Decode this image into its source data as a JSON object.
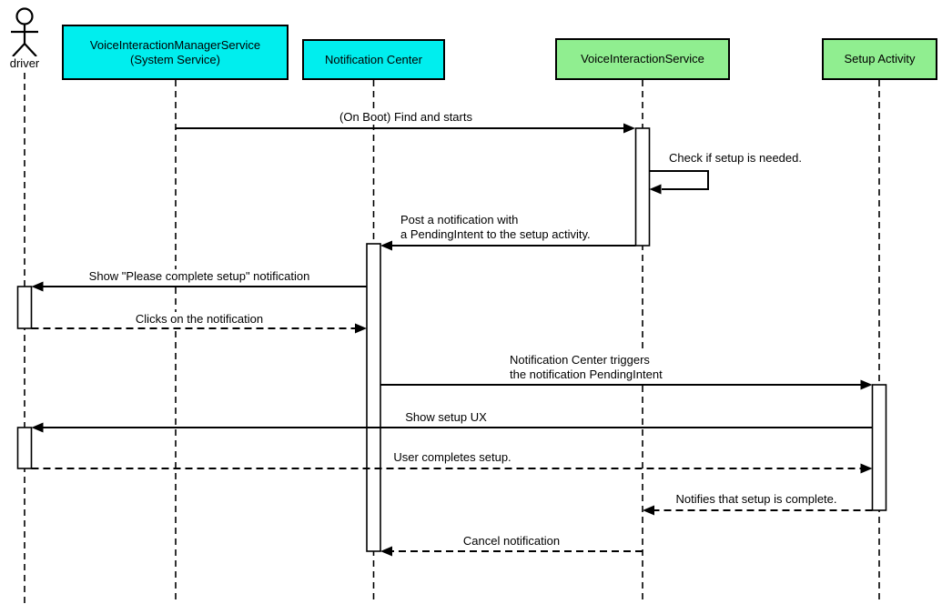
{
  "colors": {
    "participant_cyan": "#00EEEE",
    "participant_green": "#90EE90",
    "line_black": "#000000",
    "background": "#FFFFFF"
  },
  "participants": [
    {
      "id": "driver",
      "kind": "actor",
      "label": "driver"
    },
    {
      "id": "voice-interaction-manager-service",
      "kind": "box",
      "fill": "#00EEEE",
      "line1": "VoiceInteractionManagerService",
      "line2": "(System Service)"
    },
    {
      "id": "notification-center",
      "kind": "box",
      "fill": "#00EEEE",
      "label": "Notification Center"
    },
    {
      "id": "voice-interaction-service",
      "kind": "box",
      "fill": "#90EE90",
      "label": "VoiceInteractionService"
    },
    {
      "id": "setup-activity",
      "kind": "box",
      "fill": "#90EE90",
      "label": "Setup Activity"
    }
  ],
  "messages": [
    {
      "from": "voice-interaction-manager-service",
      "to": "voice-interaction-service",
      "style": "solid",
      "label": "(On Boot) Find and starts"
    },
    {
      "from": "voice-interaction-service",
      "to": "voice-interaction-service",
      "style": "solid-self",
      "label": "Check if setup is needed."
    },
    {
      "from": "voice-interaction-service",
      "to": "notification-center",
      "style": "solid",
      "line1": "Post a notification with",
      "line2": "a PendingIntent to the setup activity."
    },
    {
      "from": "notification-center",
      "to": "driver",
      "style": "solid",
      "label": "Show \"Please complete setup\" notification"
    },
    {
      "from": "driver",
      "to": "notification-center",
      "style": "dashed",
      "label": "Clicks on the notification"
    },
    {
      "from": "notification-center",
      "to": "setup-activity",
      "style": "solid",
      "line1": "Notification Center triggers",
      "line2": "the notification PendingIntent"
    },
    {
      "from": "setup-activity",
      "to": "driver",
      "style": "solid",
      "label": "Show setup UX"
    },
    {
      "from": "driver",
      "to": "setup-activity",
      "style": "dashed",
      "label": "User completes setup."
    },
    {
      "from": "setup-activity",
      "to": "voice-interaction-service",
      "style": "dashed",
      "label": "Notifies that setup is complete."
    },
    {
      "from": "voice-interaction-service",
      "to": "notification-center",
      "style": "dashed",
      "label": "Cancel notification"
    }
  ]
}
